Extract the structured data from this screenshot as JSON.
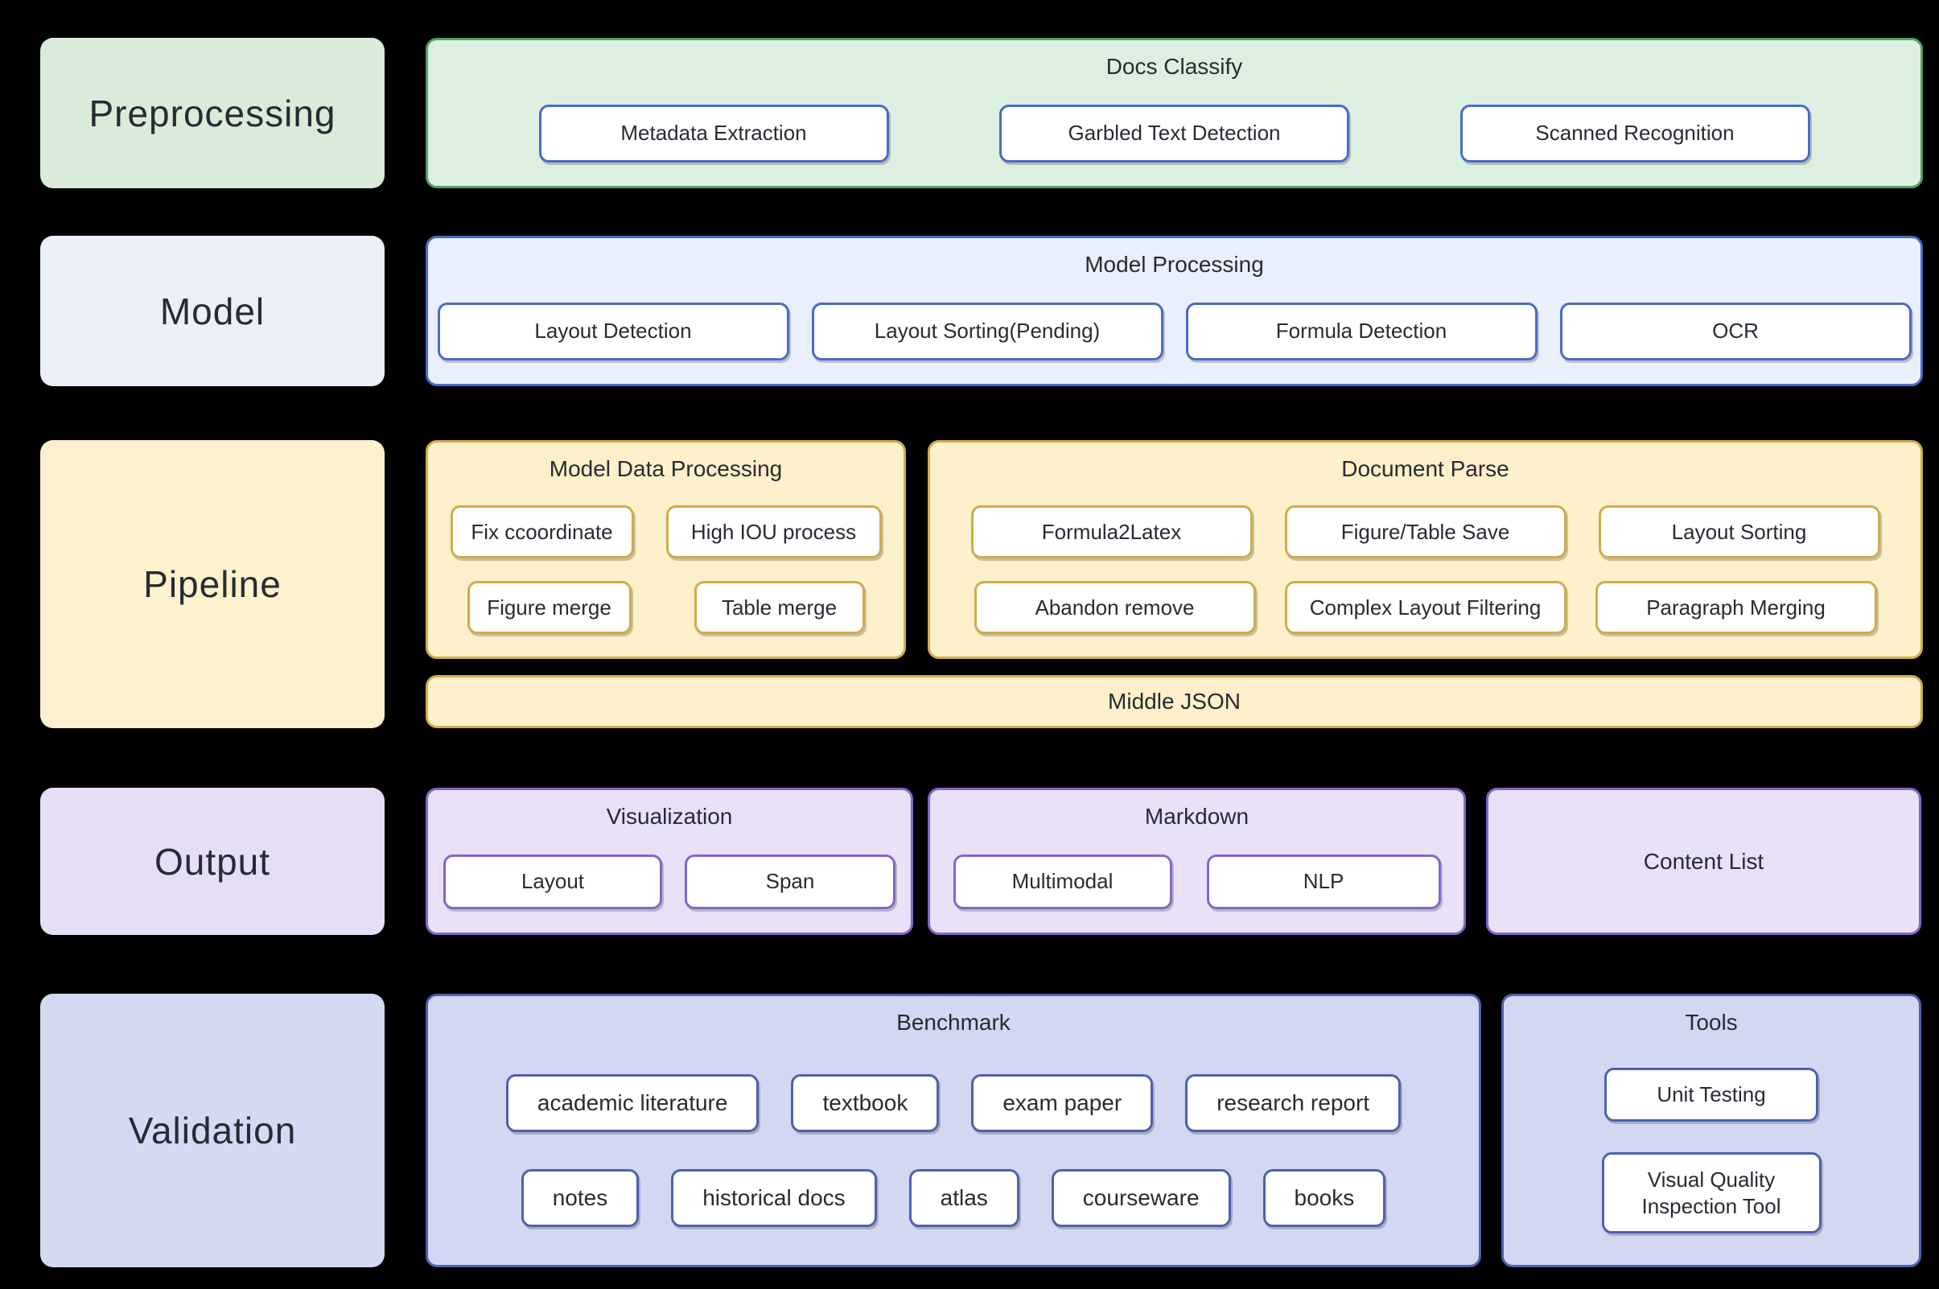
{
  "palette": {
    "background": "#000000",
    "text": "#272b33",
    "node_fill": "#ffffff",
    "green_fill": "#ddefe0",
    "green_border": "#55a065",
    "green_label_fill": "#d8ecd9",
    "blue_fill": "#e9effb",
    "blue_border": "#4a6bc6",
    "blue_label_fill": "#eaeffa",
    "yellow_fill": "#fdf0ca",
    "yellow_border": "#d1ae4b",
    "yellow_label_fill": "#fdf2cd",
    "purple_fill": "#e9e1f8",
    "purple_border": "#8366cc",
    "purple_label_fill": "#e6def7",
    "periwinkle_fill": "#d2d8f2",
    "periwinkle_border": "#4e61ac",
    "periwinkle_label_fill": "#d4daf2"
  },
  "stage_labels": [
    "Preprocessing",
    "Model",
    "Pipeline",
    "Output",
    "Validation"
  ],
  "preprocessing": {
    "group_title": "Docs Classify",
    "buttons": [
      "Metadata Extraction",
      "Garbled Text Detection",
      "Scanned Recognition"
    ]
  },
  "model": {
    "group_title": "Model Processing",
    "buttons": [
      "Layout Detection",
      "Layout Sorting(Pending)",
      "Formula Detection",
      "OCR"
    ]
  },
  "pipeline": {
    "model_data_processing": {
      "title": "Model Data Processing",
      "row1": [
        "Fix ccoordinate",
        "High IOU process"
      ],
      "row2": [
        "Figure merge",
        "Table merge"
      ]
    },
    "document_parse": {
      "title": "Document Parse",
      "row1": [
        "Formula2Latex",
        "Figure/Table Save",
        "Layout Sorting"
      ],
      "row2": [
        "Abandon remove",
        "Complex Layout Filtering",
        "Paragraph Merging"
      ]
    },
    "middle_json": "Middle JSON"
  },
  "output": {
    "visualization": {
      "title": "Visualization",
      "buttons": [
        "Layout",
        "Span"
      ]
    },
    "markdown": {
      "title": "Markdown",
      "buttons": [
        "Multimodal",
        "NLP"
      ]
    },
    "content_list": {
      "title": "Content List"
    }
  },
  "validation": {
    "benchmark": {
      "title": "Benchmark",
      "row1": [
        "academic literature",
        "textbook",
        "exam paper",
        "research report"
      ],
      "row2": [
        "notes",
        "historical docs",
        "atlas",
        "courseware",
        "books"
      ]
    },
    "tools": {
      "title": "Tools",
      "buttons": [
        "Unit Testing",
        "Visual Quality Inspection Tool"
      ]
    }
  }
}
